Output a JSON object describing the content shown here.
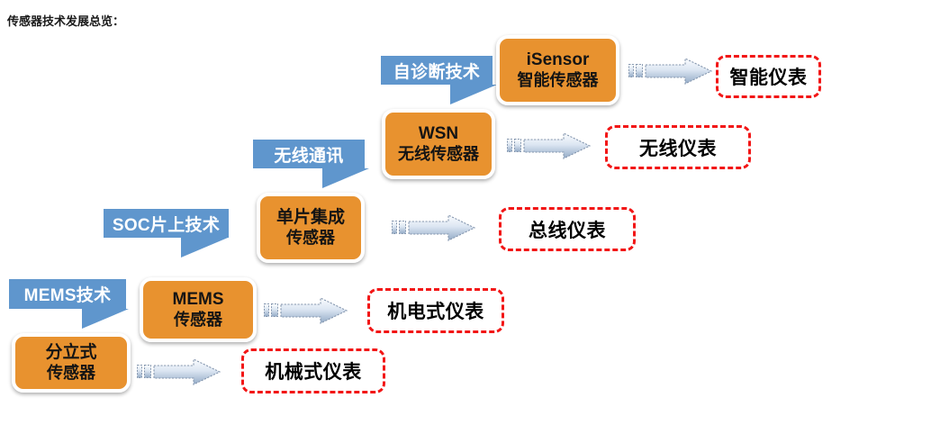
{
  "page": {
    "title": "传感器技术发展总览：",
    "background_color": "#ffffff"
  },
  "colors": {
    "sensor_box_fill": "#E8922F",
    "sensor_box_border": "#ffffff",
    "callout_fill": "#5F96CD",
    "callout_text": "#ffffff",
    "target_border": "#F21616",
    "target_text": "#000000",
    "arrow_fill_light": "#E8EEF7",
    "arrow_fill_dark": "#9FB3CC",
    "arrow_outline": "#8496AE"
  },
  "rows": [
    {
      "id": "intelligent",
      "callout": "自诊断技术",
      "sensor_line1": "iSensor",
      "sensor_line2": "智能传感器",
      "arrow": "block-arrow-right",
      "target": "智能仪表"
    },
    {
      "id": "wireless",
      "callout": "无线通讯",
      "sensor_line1": "WSN",
      "sensor_line2": "无线传感器",
      "arrow": "block-arrow-right",
      "target": "无线仪表"
    },
    {
      "id": "soc",
      "callout": "SOC片上技术",
      "sensor_line1": "单片集成",
      "sensor_line2": "传感器",
      "arrow": "block-arrow-right",
      "target": "总线仪表"
    },
    {
      "id": "mems",
      "callout": "MEMS技术",
      "sensor_line1": "MEMS",
      "sensor_line2": "传感器",
      "arrow": "block-arrow-right",
      "target": "机电式仪表"
    },
    {
      "id": "discrete",
      "callout": null,
      "sensor_line1": "分立式",
      "sensor_line2": "传感器",
      "arrow": "block-arrow-right",
      "target": "机械式仪表"
    }
  ]
}
